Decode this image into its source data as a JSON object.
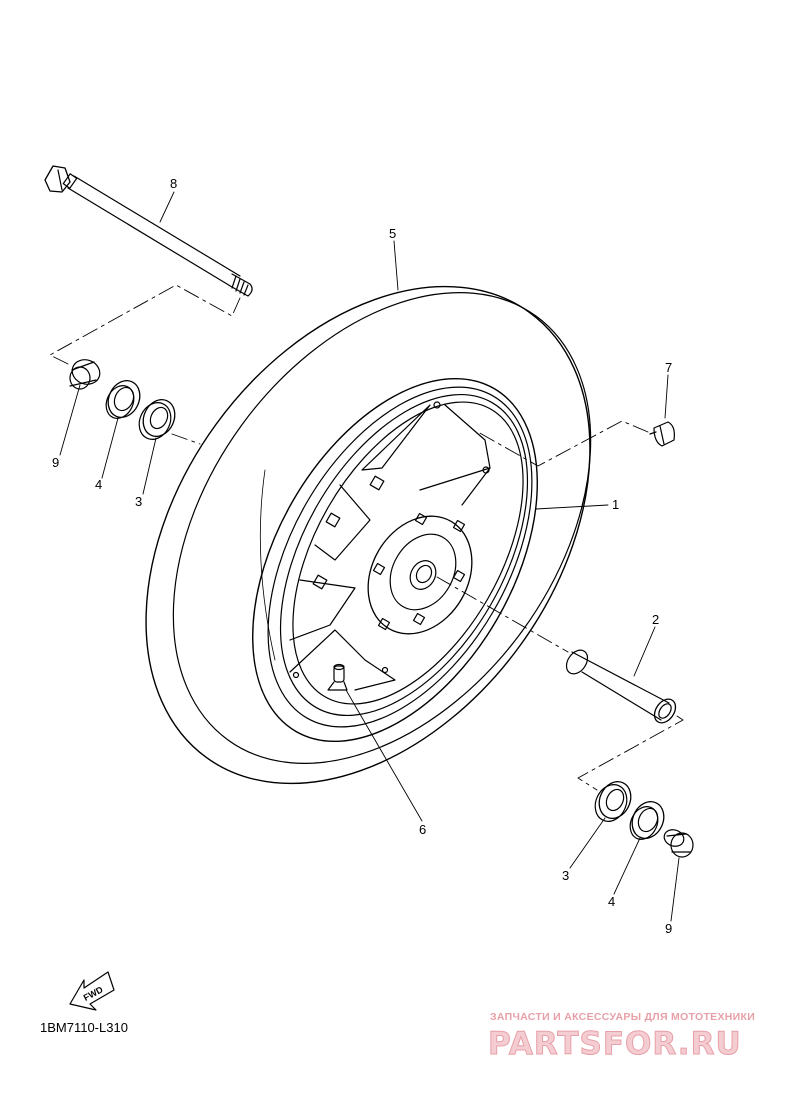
{
  "diagram": {
    "code": "1BM7110-L310",
    "fwd_label": "FWD",
    "callouts": {
      "axle": "8",
      "tire": "5",
      "air_valve_cap": "7",
      "cast_wheel": "1",
      "collar": "2",
      "valve": "6",
      "collar_left": "9",
      "seal_left": "4",
      "bearing_left": "3",
      "bearing_right": "3",
      "seal_right": "4",
      "collar_right": "9"
    }
  },
  "watermark": {
    "tagline": "ЗАПЧАСТИ И АКСЕССУАРЫ ДЛЯ МОТОТЕХНИКИ",
    "brand": "PARTSFOR.RU",
    "color": "#e8a0a8"
  }
}
